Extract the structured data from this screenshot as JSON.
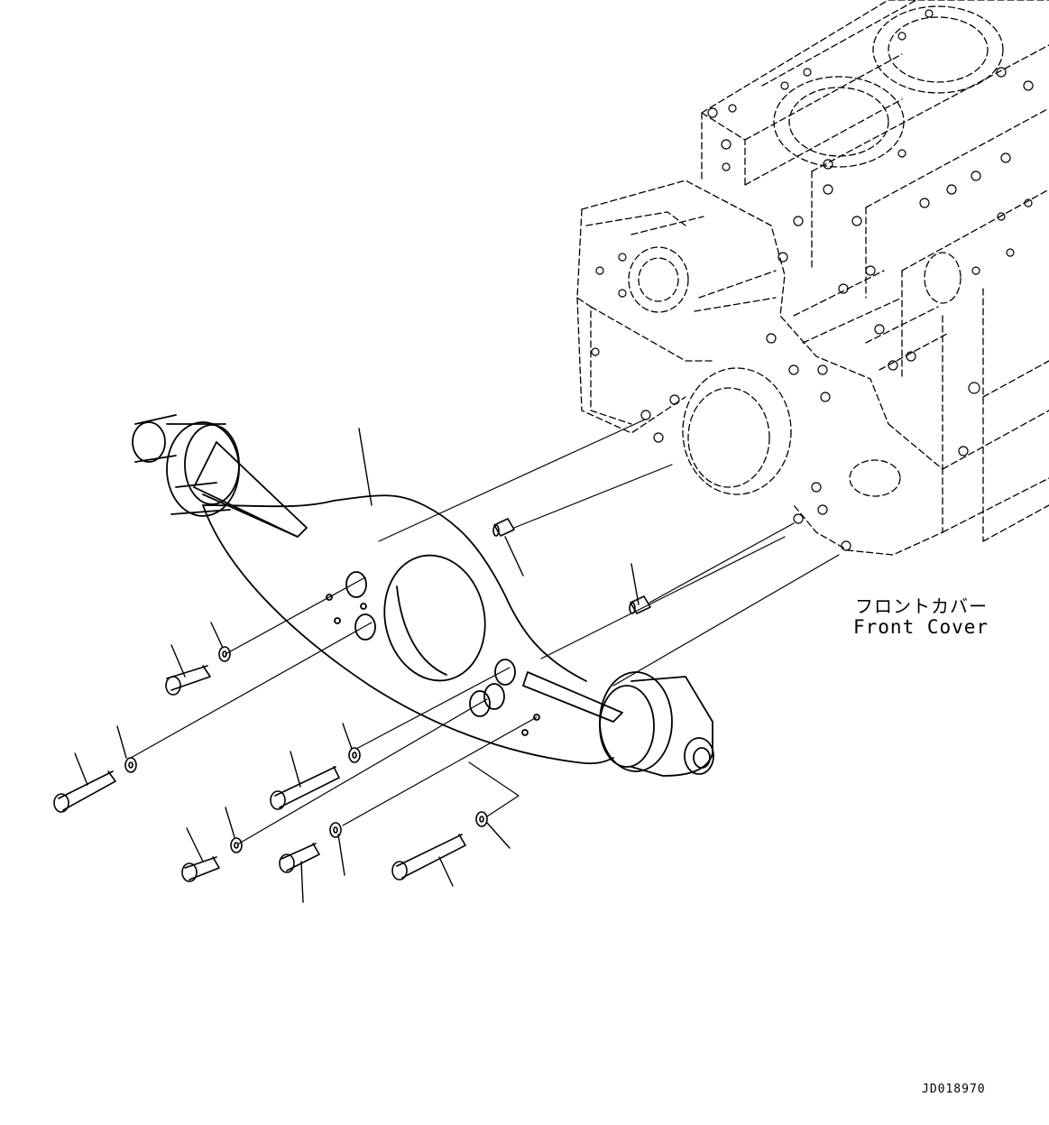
{
  "callout": {
    "japanese": "フロントカバー",
    "english": "Front Cover"
  },
  "drawing_id": "JD018970",
  "colors": {
    "line": "#000000",
    "background": "#ffffff"
  }
}
